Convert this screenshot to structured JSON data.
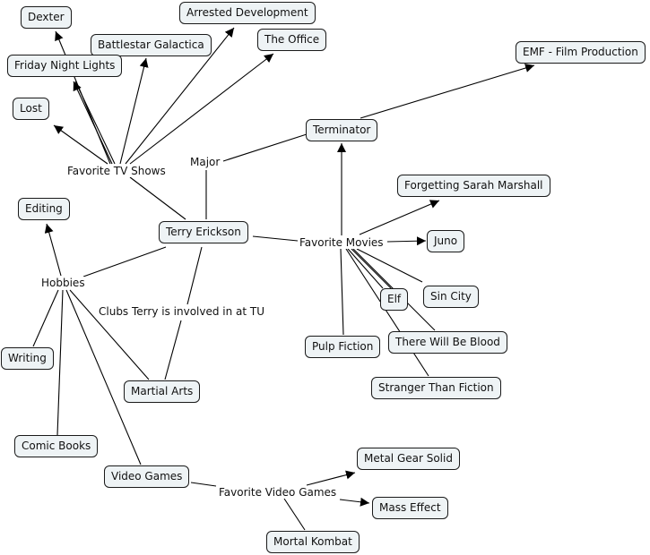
{
  "concept_map": {
    "title": "Terry Erickson concept map",
    "line_color": "#000000",
    "node_fill": "#eef3f5",
    "concepts": {
      "terry": "Terry Erickson",
      "terminator": "Terminator",
      "emf": "EMF - Film Production",
      "dexter": "Dexter",
      "arrested": "Arrested Development",
      "battlestar": "Battlestar Galactica",
      "office": "The Office",
      "fnl": "Friday Night Lights",
      "lost": "Lost",
      "editing": "Editing",
      "writing": "Writing",
      "martial": "Martial Arts",
      "comics": "Comic Books",
      "videogames": "Video Games",
      "forgetting": "Forgetting Sarah Marshall",
      "juno": "Juno",
      "sincity": "Sin City",
      "elf": "Elf",
      "pulp": "Pulp Fiction",
      "blood": "There Will Be Blood",
      "stranger": "Stranger Than Fiction",
      "mgs": "Metal Gear Solid",
      "masseffect": "Mass Effect",
      "mk": "Mortal Kombat"
    },
    "linking_phrases": {
      "tvshows": "Favorite TV Shows",
      "major": "Major",
      "movies": "Favorite Movies",
      "hobbies": "Hobbies",
      "clubs": "Clubs Terry is involved in at TU",
      "favgames": "Favorite Video Games"
    },
    "connections": [
      {
        "from": "terry",
        "to": "tvshows",
        "arrow": false
      },
      {
        "from": "tvshows",
        "to": "dexter",
        "arrow": true
      },
      {
        "from": "tvshows",
        "to": "fnl",
        "arrow": true
      },
      {
        "from": "tvshows",
        "to": "battlestar",
        "arrow": true
      },
      {
        "from": "tvshows",
        "to": "arrested",
        "arrow": true
      },
      {
        "from": "tvshows",
        "to": "office",
        "arrow": true
      },
      {
        "from": "tvshows",
        "to": "lost",
        "arrow": true
      },
      {
        "from": "terry",
        "to": "major",
        "arrow": false
      },
      {
        "from": "major",
        "to": "terminator",
        "arrow": false
      },
      {
        "from": "terminator",
        "to": "emf",
        "arrow": true
      },
      {
        "from": "terry",
        "to": "movies",
        "arrow": false
      },
      {
        "from": "movies",
        "to": "terminator",
        "arrow": true
      },
      {
        "from": "movies",
        "to": "forgetting",
        "arrow": true
      },
      {
        "from": "movies",
        "to": "juno",
        "arrow": true
      },
      {
        "from": "movies",
        "to": "sincity",
        "arrow": false
      },
      {
        "from": "movies",
        "to": "elf",
        "arrow": false
      },
      {
        "from": "movies",
        "to": "pulp",
        "arrow": false
      },
      {
        "from": "movies",
        "to": "blood",
        "arrow": false
      },
      {
        "from": "movies",
        "to": "stranger",
        "arrow": false
      },
      {
        "from": "terry",
        "to": "hobbies",
        "arrow": false
      },
      {
        "from": "hobbies",
        "to": "editing",
        "arrow": true
      },
      {
        "from": "hobbies",
        "to": "writing",
        "arrow": false
      },
      {
        "from": "hobbies",
        "to": "comics",
        "arrow": false
      },
      {
        "from": "hobbies",
        "to": "videogames",
        "arrow": false
      },
      {
        "from": "hobbies",
        "to": "martial",
        "arrow": false
      },
      {
        "from": "terry",
        "to": "clubs",
        "arrow": false
      },
      {
        "from": "clubs",
        "to": "martial",
        "arrow": false
      },
      {
        "from": "videogames",
        "to": "favgames",
        "arrow": false
      },
      {
        "from": "favgames",
        "to": "mgs",
        "arrow": true
      },
      {
        "from": "favgames",
        "to": "masseffect",
        "arrow": true
      },
      {
        "from": "favgames",
        "to": "mk",
        "arrow": false
      }
    ]
  }
}
